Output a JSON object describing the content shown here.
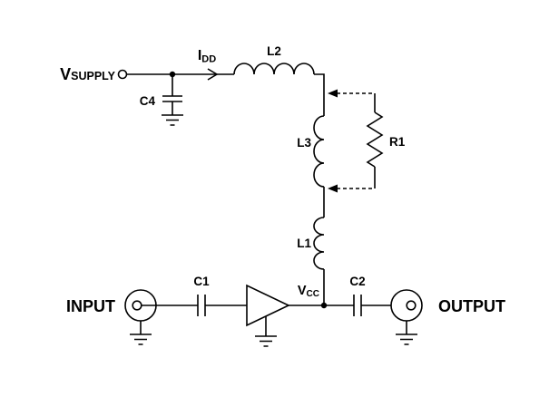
{
  "diagram": {
    "colors": {
      "background": "#ffffff",
      "line": "#000000",
      "text": "#000000"
    },
    "labels": {
      "vsupply": {
        "main": "V",
        "sub": "SUPPLY"
      },
      "idd": {
        "main": "I",
        "sub": "DD"
      },
      "l2": "L2",
      "c4": "C4",
      "l3": "L3",
      "r1": "R1",
      "l1": "L1",
      "input": "INPUT",
      "c1": "C1",
      "vcc": {
        "main": "V",
        "sub": "CC"
      },
      "c2": "C2",
      "output": "OUTPUT"
    }
  }
}
